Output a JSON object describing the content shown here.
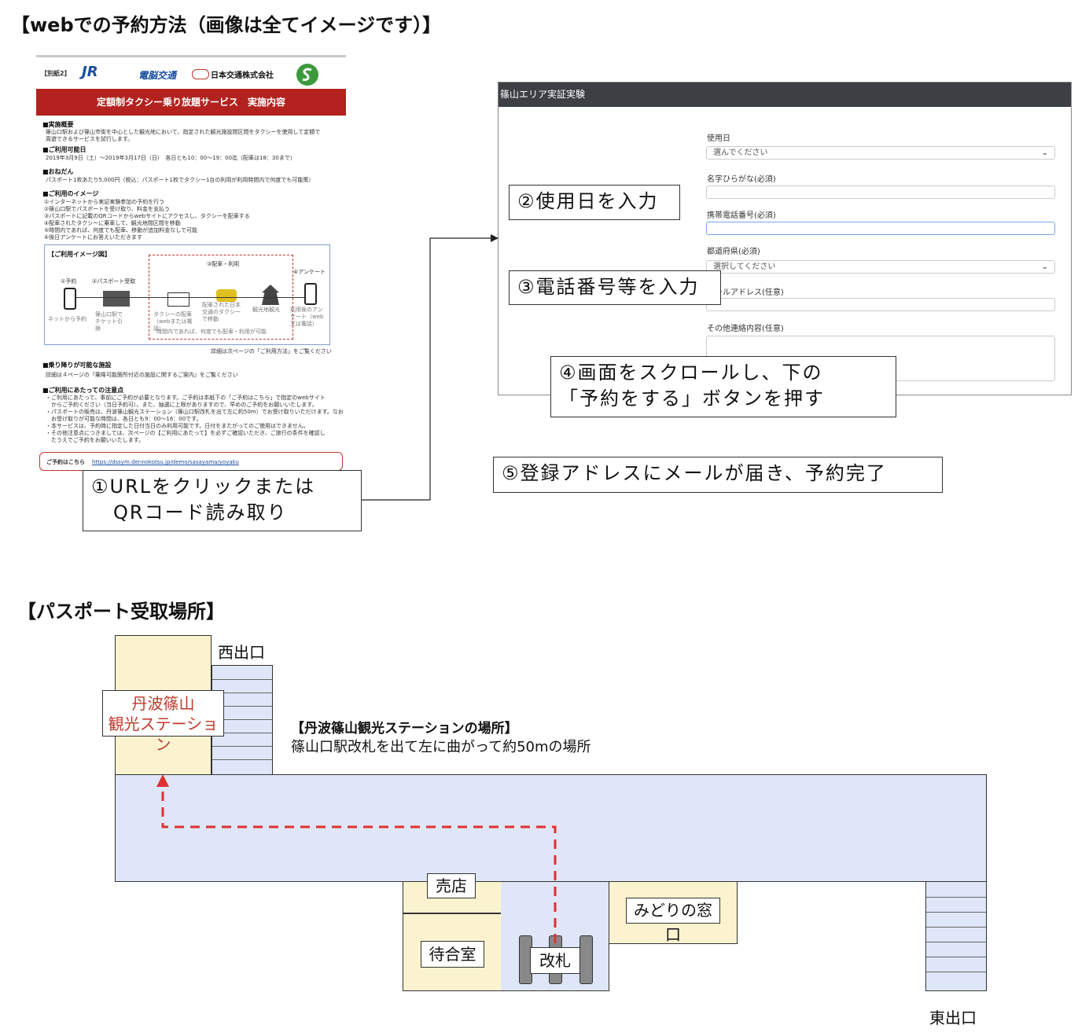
{
  "headings": {
    "web": "【webでの予約方法（画像は全てイメージです）】",
    "passport": "【パスポート受取場所】"
  },
  "flyer": {
    "annex": "【別紙2】",
    "logos": [
      "JR",
      "電脳交通",
      "日本交通株式会社"
    ],
    "title": "定額制タクシー乗り放題サービス　実施内容",
    "sections": {
      "overview_h": "■実施概要",
      "overview_t1": "篠山口駅および篠山市街を中心とした観光地において、指定された観光施設間区間をタクシーを使用して定額で",
      "overview_t2": "周遊できるサービスを試行します。",
      "period_h": "■ご利用可能日",
      "period_t": "2019年3月9日（土）～2019年3月17日（日）　各日とも10：00～19：00迄（配車は18：30まで）",
      "price_h": "■おねだん",
      "price_t": "パスポート1枚あたり5,000円（税込：パスポート1枚でタクシー1台の利用が利用時間内で何度でも可能策）",
      "image_h": "■ご利用のイメージ",
      "steps": [
        "①インターネットから実証実験参加の予約を行う",
        "②篠山口駅でパスポートを受け取り、料金を支払う",
        "③パスポートに記載のQRコードからwebサイトにアクセスし、タクシーを配車する",
        "④配車されたタクシーに乗車して、観光地間区間を移動",
        "⑤時間内であれば、何度でも配車、移動が追加料金なしで可能",
        "⑥後日アンケートにお答えいただきます"
      ],
      "diagram_h": "【ご利用イメージ図】",
      "diagram_labels": [
        "①予約",
        "②パスポート受取",
        "③配車・利用",
        "④アンケート",
        "ネットから予約",
        "篠山口駅でチケット引換",
        "タクシーの配車（webまたは電話）",
        "配車された日本交通のタクシーで移動",
        "観光地観光",
        "利用後のアンケート（web又は電話）",
        "時間内であれば、何度でも配車・利用が可能"
      ],
      "detail_note": "詳細は次ページの「ご利用方法」をご覧ください",
      "facility_h": "■乗り降りが可能な施設",
      "facility_t": "詳細は４ページの『乗降可能箇所付近の施設に関するご案内』をご覧ください",
      "notes_h": "■ご利用にあたっての注意点",
      "notes": [
        "・ご利用にあたって、事前にご予約が必要となります。ご予約は本紙下の「ご予約はこちら」で指定のwebサイト",
        "　からご予約ください（当日予約可）。また、抽選に上限がありますので、早めのご予約をお願いいたします。",
        "・パスポートの販売は、丹波篠山観光ステーション（篠山口駅改札を出て左に約50m）でお受け取りいただけます。なお",
        "　お受け取りが可能な時間は、各日とも9：00～16：00です。",
        "・本サービスは、予約時に指定した日付当日のみ利用可能です。日付をまたがってのご使用はできません。",
        "・その他注意点につきましては、次ページの【ご利用にあたって】を必ずご確認いただき、ご旅行の条件を確認し",
        "　たうえでご予約をお願いいたします。"
      ],
      "reserve_label": "ご予約はこちら",
      "reserve_url": "https://dssym.dennokotsu.jp/demo/sasayama/yoyaku"
    }
  },
  "form": {
    "title": "篠山エリア実証実験",
    "fields": [
      {
        "label": "使用日",
        "value": "選んでください"
      },
      {
        "label": "名字ひらがな(必須)",
        "value": ""
      },
      {
        "label": "携帯電話番号(必須)",
        "value": ""
      },
      {
        "label": "都道府県(必須)",
        "value": "選択してください"
      },
      {
        "label": "メールアドレス(任意)",
        "value": ""
      },
      {
        "label": "その他連絡内容(任意)",
        "value": ""
      }
    ]
  },
  "callouts": {
    "step1_line1": "①URLをクリックまたは",
    "step1_line2": "QRコード読み取り",
    "step2": "②使用日を入力",
    "step3": "③電話番号等を入力",
    "step4_line1": "④画面をスクロールし、下の",
    "step4_line2": "「予約をする」ボタンを押す",
    "step5": "⑤登録アドレスにメールが届き、予約完了"
  },
  "map": {
    "west_exit": "西出口",
    "east_exit": "東出口",
    "station_line1": "丹波篠山",
    "station_line2": "観光ステーション",
    "location_title": "【丹波篠山観光ステーションの場所】",
    "location_desc": "篠山口駅改札を出て左に曲がって約50mの場所",
    "kiosk": "売店",
    "waiting_room": "待合室",
    "ticket_gate": "改札",
    "midori": "みどりの窓口",
    "colors": {
      "concourse": "#dfe6f7",
      "shop": "#fbf3d0",
      "route": "#e03030",
      "station_text": "#c0392b"
    }
  }
}
